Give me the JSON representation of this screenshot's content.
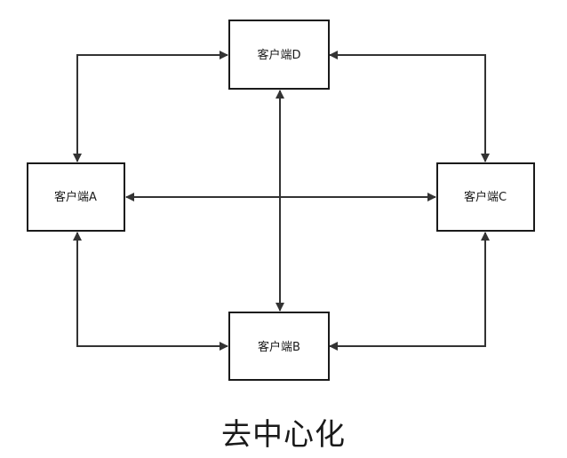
{
  "diagram": {
    "type": "decentralized-network",
    "nodes": [
      {
        "id": "D",
        "label": "客户端D"
      },
      {
        "id": "A",
        "label": "客户端A"
      },
      {
        "id": "C",
        "label": "客户端C"
      },
      {
        "id": "B",
        "label": "客户端B"
      }
    ],
    "edges": [
      {
        "from": "A",
        "to": "D",
        "bidirectional": true
      },
      {
        "from": "D",
        "to": "C",
        "bidirectional": true
      },
      {
        "from": "A",
        "to": "B",
        "bidirectional": true
      },
      {
        "from": "C",
        "to": "B",
        "bidirectional": true
      },
      {
        "from": "A",
        "to": "C",
        "bidirectional": true
      },
      {
        "from": "D",
        "to": "B",
        "bidirectional": true
      }
    ],
    "caption": "去中心化"
  },
  "colors": {
    "stroke": "#333333",
    "border": "#1a1a1a",
    "background": "#ffffff"
  }
}
